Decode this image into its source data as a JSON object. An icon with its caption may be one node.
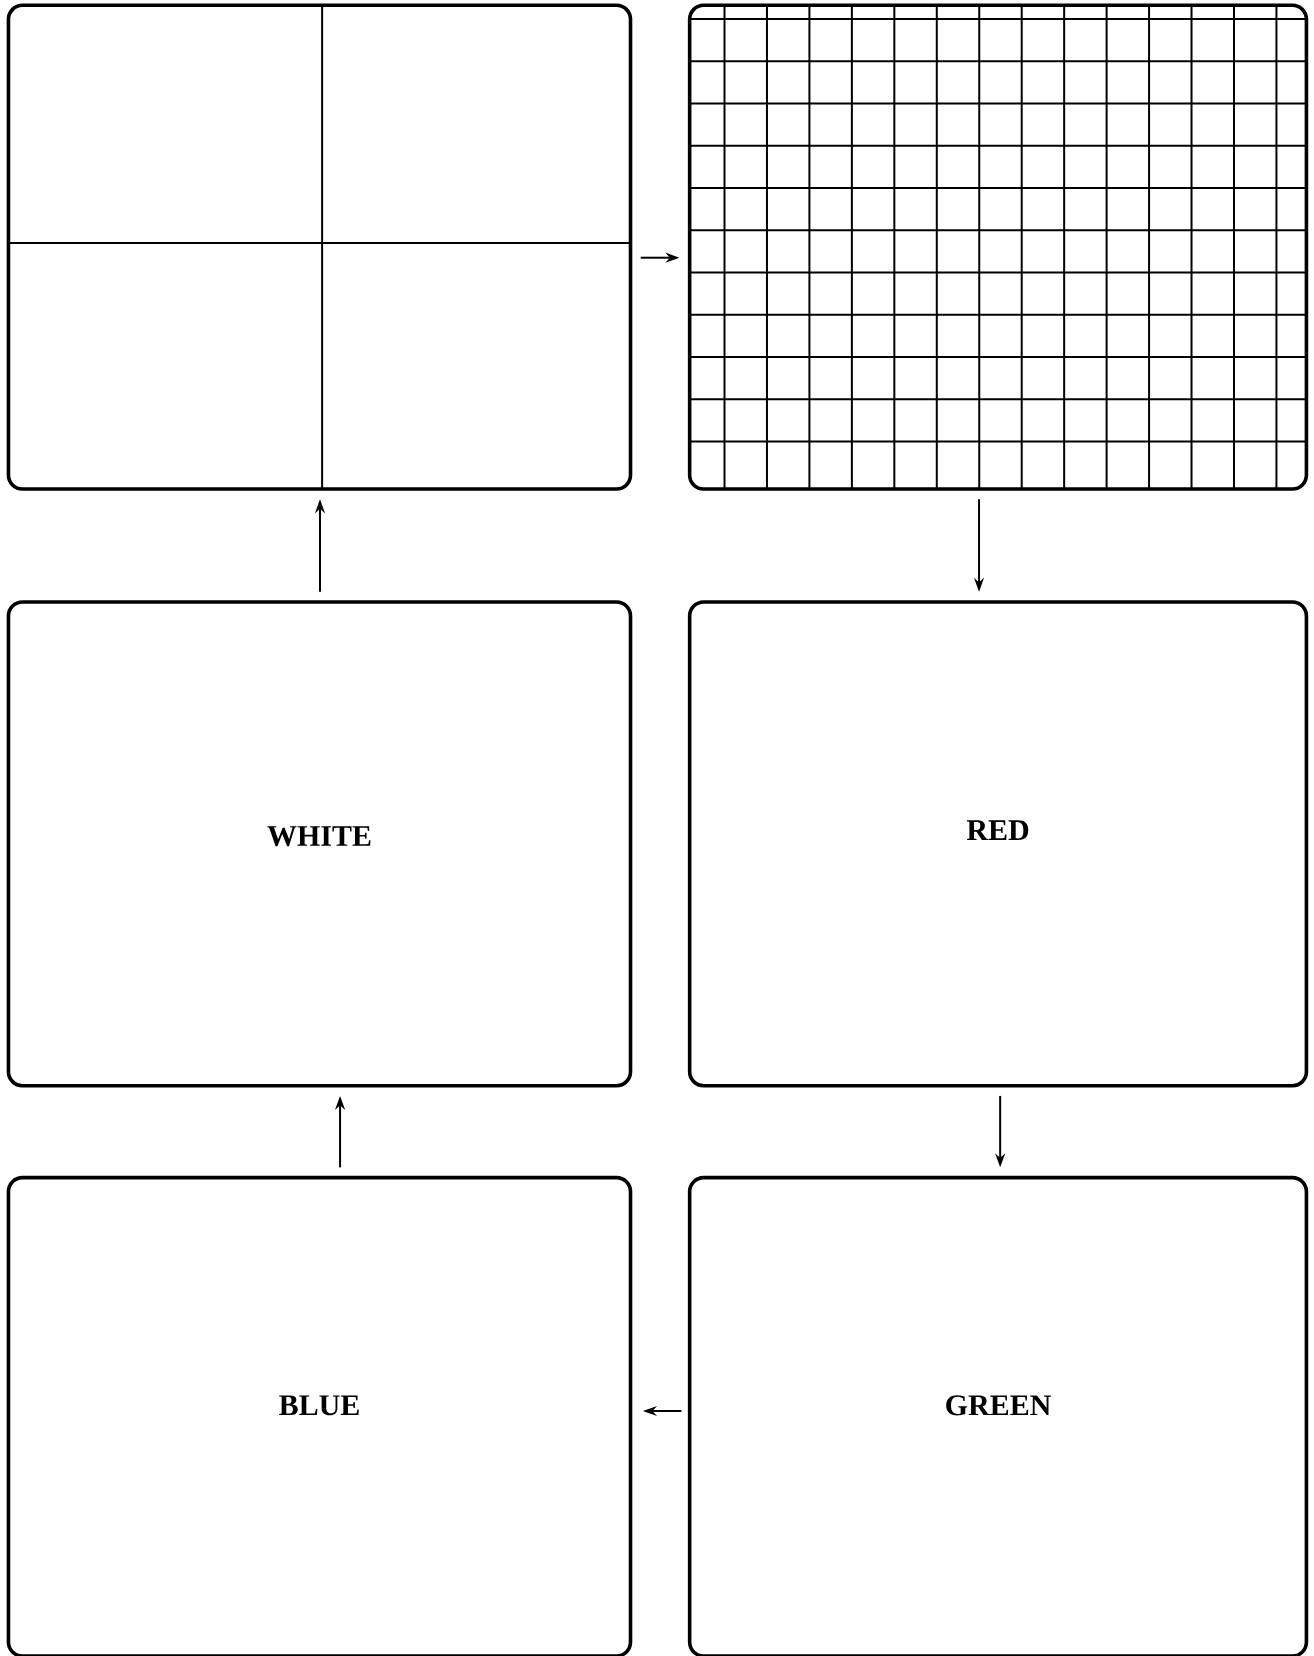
{
  "diagram": {
    "nodes": [
      {
        "text": [],
        "shape": "box"
      },
      {
        "text": [],
        "shape": "box"
      },
      {
        "text": [
          "WHITE"
        ]
      },
      {
        "text": [
          "RED"
        ]
      },
      {
        "text": [
          "BLUE"
        ]
      },
      {
        "text": [
          "GREEN"
        ]
      }
    ],
    "edges": [
      {
        "from": 0,
        "to": 1,
        "arrow": "to"
      },
      {
        "from": 1,
        "to": 3,
        "arrow": "to"
      },
      {
        "from": 3,
        "to": 5,
        "arrow": "to"
      },
      {
        "from": 5,
        "to": 4,
        "arrow": "to"
      },
      {
        "from": 4,
        "to": 2,
        "arrow": "to"
      },
      {
        "from": 2,
        "to": 0,
        "arrow": "to"
      }
    ]
  }
}
